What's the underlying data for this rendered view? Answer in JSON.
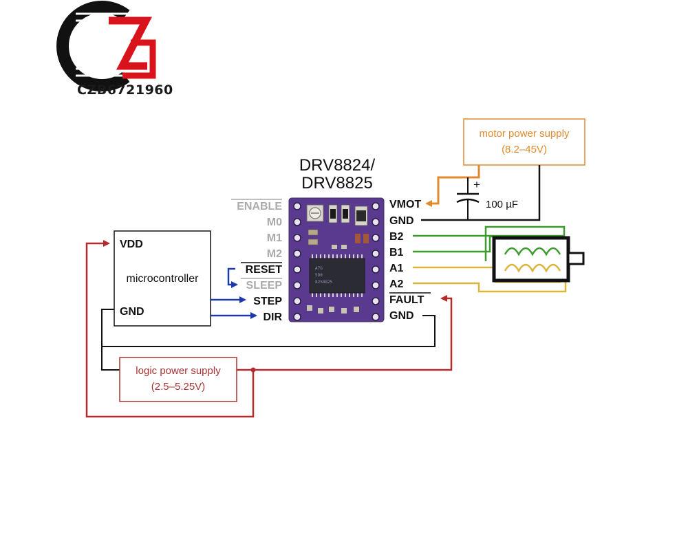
{
  "logo": {
    "text": "CZB6721960",
    "colors": {
      "ring": "#111111",
      "accent": "#d8131b"
    }
  },
  "chip": {
    "title_line1": "DRV8824/",
    "title_line2": "DRV8825",
    "board_color": "#5a3a8e",
    "marking_line1": "A7G",
    "marking_line2": "5D0",
    "marking_line3": "82S8825"
  },
  "left_pins": {
    "enable": "ENABLE",
    "m0": "M0",
    "m1": "M1",
    "m2": "M2",
    "reset": "RESET",
    "sleep": "SLEEP",
    "step": "STEP",
    "dir": "DIR"
  },
  "right_pins": {
    "vmot": "VMOT",
    "gnd_top": "GND",
    "b2": "B2",
    "b1": "B1",
    "a1": "A1",
    "a2": "A2",
    "fault": "FAULT",
    "gnd_bottom": "GND"
  },
  "microcontroller": {
    "vdd": "VDD",
    "label": "microcontroller",
    "gnd": "GND"
  },
  "motor_supply": {
    "line1": "motor power supply",
    "line2": "(8.2–45V)"
  },
  "capacitor": {
    "plus": "+",
    "value": "100 µF"
  },
  "logic_supply": {
    "line1": "logic power supply",
    "line2": "(2.5–5.25V)"
  },
  "colors": {
    "orange": "#e08a2e",
    "red": "#b52a2a",
    "blue": "#1f3aa8",
    "green": "#3e9c2e",
    "yellow": "#d9b53a",
    "black": "#111111",
    "grey_label": "#aaaaaa"
  }
}
